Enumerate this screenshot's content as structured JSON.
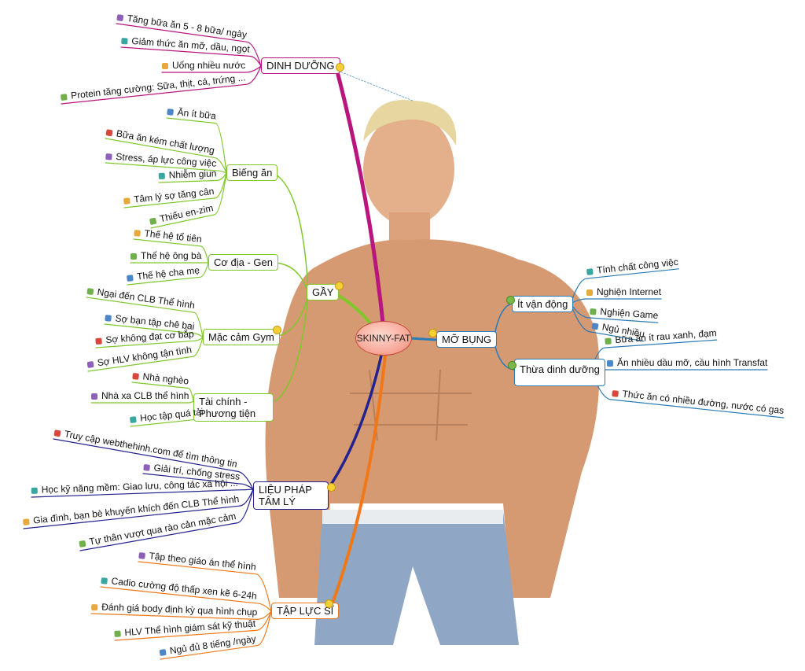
{
  "center": {
    "label": "SKINNY-FAT"
  },
  "branches": {
    "dinh_duong": {
      "label": "DINH DƯỠNG",
      "color": "#b8157f"
    },
    "gay": {
      "label": "GẦY",
      "color": "#7ec82a"
    },
    "lieu_phap": {
      "label": "LIỆU PHÁP TÂM LÝ",
      "color": "#23238f"
    },
    "tap_luc_si": {
      "label": "TẬP LỰC SĨ",
      "color": "#f07818"
    },
    "mo_bung": {
      "label": "MỠ BỤNG",
      "color": "#2a7cb8"
    }
  },
  "sub": {
    "bieng_an": "Biếng ăn",
    "co_dia": "Cơ địa - Gen",
    "mac_cam": "Mặc cảm Gym",
    "tai_chinh": "Tài chính - Phương tiện",
    "it_van_dong": "Ít vận động",
    "thua_dd": "Thừa dinh dưỡng"
  },
  "leaves": {
    "dinh_duong": [
      "Tăng bữa ăn 5 - 8 bữa/ ngày",
      "Giảm thức ăn mỡ, dầu, ngọt",
      "Uống nhiều nước",
      "Protein tăng cường: Sữa, thịt, cá, trứng ..."
    ],
    "bieng_an": [
      "Ăn ít bữa",
      "Bữa ăn kém chất lượng",
      "Stress, áp lực công việc",
      "Nhiễm giun",
      "Tâm lý sợ tăng cân",
      "Thiếu en-zim"
    ],
    "co_dia": [
      "Thế hệ tổ tiên",
      "Thế hệ ông bà",
      "Thế hệ cha mẹ"
    ],
    "mac_cam": [
      "Ngại đến CLB Thể hình",
      "Sợ bạn tập chê bai",
      "Sợ không đạt cơ bắp",
      "Sợ HLV không tận tình"
    ],
    "tai_chinh": [
      "Nhà nghèo",
      "Nhà xa CLB thể hình",
      "Học tập quá tải"
    ],
    "lieu_phap": [
      "Truy cập webthehinh.com để tìm thông tin",
      "Giải trí, chống stress",
      "Học kỹ năng mềm: Giao lưu, công tác xã hội ...",
      "Gia đình, bạn bè khuyến khích đến CLB Thể hình",
      "Tự thân vượt qua rào cản mặc cảm"
    ],
    "tap_luc_si": [
      "Tập theo giáo án thể hình",
      "Cadio cường độ thấp xen kẽ 6-24h",
      "Đánh giá body định kỳ qua hình chụp",
      "HLV Thể hình giám sát kỹ thuật",
      "Ngủ đủ 8 tiếng /ngày"
    ],
    "it_van_dong": [
      "Tính chất công việc",
      "Nghiện Internet",
      "Nghiện Game",
      "Ngủ nhiều"
    ],
    "thua_dd": [
      "Bữa ăn ít rau xanh, đạm",
      "Ăn nhiều dầu mỡ, cầu hình Transfat",
      "Thức ăn có nhiều đường, nước có gas"
    ]
  }
}
